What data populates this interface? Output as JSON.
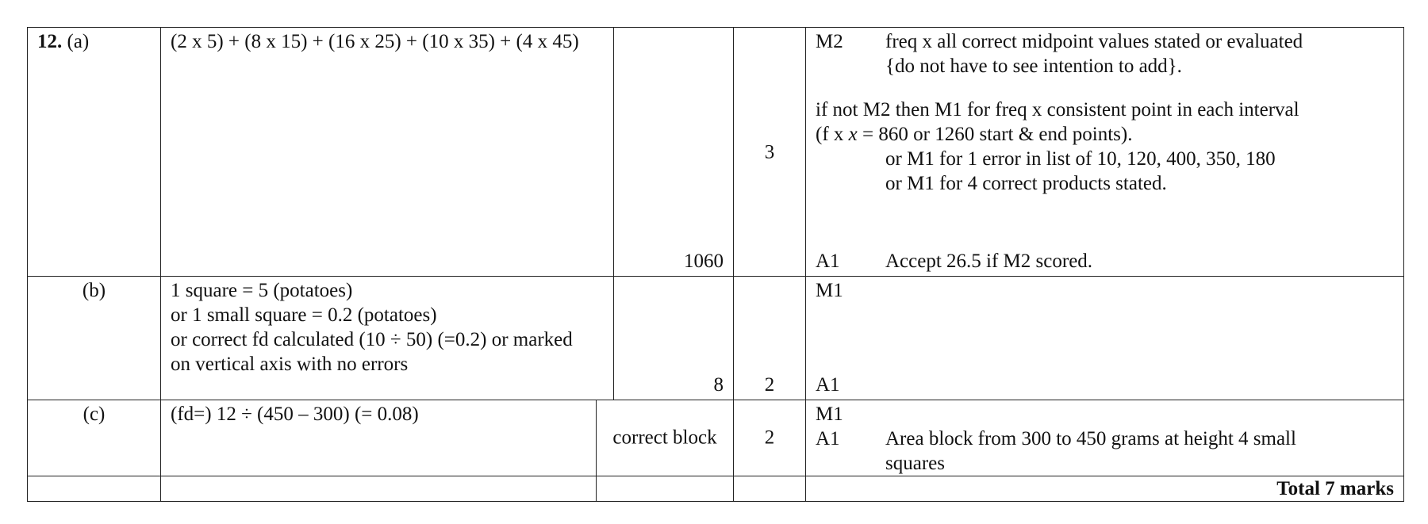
{
  "rows": {
    "a": {
      "question_number": "12.",
      "part": "(a)",
      "working": "(2 x 5) + (8 x 15) + (16 x 25) + (10 x 35) + (4 x 45)",
      "answer": "1060",
      "marks": "3",
      "notes": {
        "m2_code": "M2",
        "m2_line1": "freq x all correct midpoint values stated or evaluated",
        "m2_line2": "{do not have to see intention to add}.",
        "alt_line1": "if not M2 then  M1 for freq x consistent point in each interval",
        "alt_line2a": "(f x ",
        "alt_line2_italic": "x",
        "alt_line2b": " = 860 or 1260 start & end points).",
        "alt_line3": "or M1 for 1 error in list of 10, 120, 400, 350, 180",
        "alt_line4": "or M1 for 4 correct products stated.",
        "a1_code": "A1",
        "a1_text": "Accept 26.5 if M2 scored."
      }
    },
    "b": {
      "part": "(b)",
      "working_lines": [
        "1 square = 5 (potatoes)",
        "or 1 small square = 0.2 (potatoes)",
        "or correct fd calculated (10 ÷ 50) (=0.2) or marked",
        "on vertical axis with no errors"
      ],
      "answer": "8",
      "marks": "2",
      "notes": {
        "m1_code": "M1",
        "a1_code": "A1"
      }
    },
    "c": {
      "part": "(c)",
      "working": "(fd=) 12 ÷ (450 – 300) (= 0.08)",
      "answer": "correct block",
      "marks": "2",
      "notes": {
        "m1_code": "M1",
        "a1_code": "A1",
        "a1_line1": "Area block from 300 to 450 grams at height 4 small",
        "a1_line2": "squares"
      }
    },
    "total": {
      "label": "Total 7 marks"
    }
  }
}
